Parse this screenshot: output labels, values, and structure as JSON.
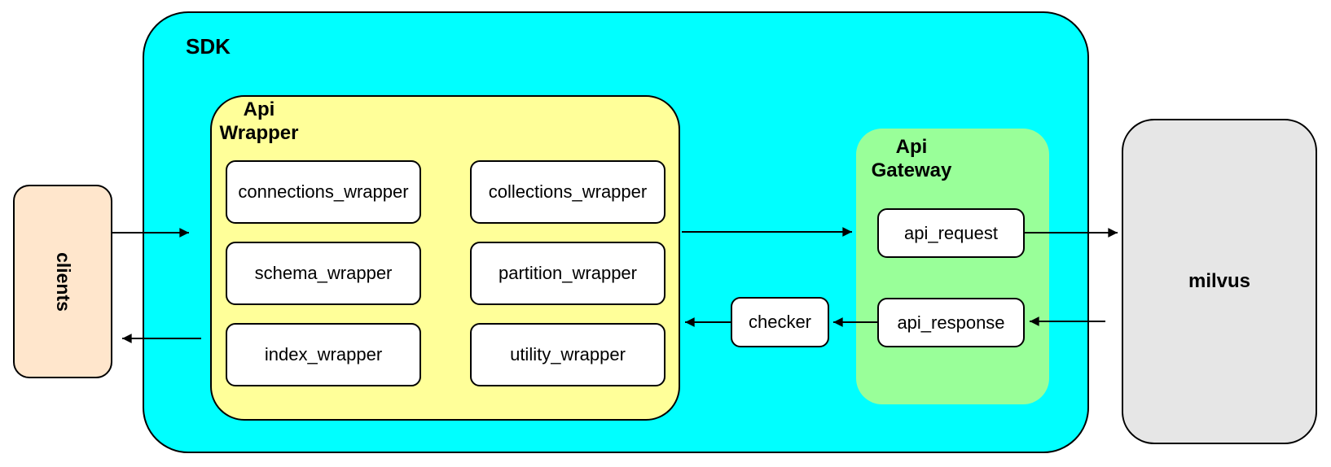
{
  "colors": {
    "sdk_bg": "#00FFFF",
    "api_wrapper_bg": "#FFFF99",
    "api_gateway_bg": "#99FF99",
    "clients_bg": "#FFE6CC",
    "milvus_bg": "#E6E6E6",
    "leaf_bg": "#FFFFFF",
    "line": "#000000"
  },
  "nodes": {
    "sdk": {
      "label": "SDK"
    },
    "clients": {
      "label": "clients"
    },
    "api_wrapper": {
      "label": "Api Wrapper"
    },
    "api_gateway": {
      "label": "Api Gateway"
    },
    "milvus": {
      "label": "milvus"
    },
    "wrappers": [
      {
        "label": "connections_wrapper"
      },
      {
        "label": "collections_wrapper"
      },
      {
        "label": "schema_wrapper"
      },
      {
        "label": "partition_wrapper"
      },
      {
        "label": "index_wrapper"
      },
      {
        "label": "utility_wrapper"
      }
    ],
    "api_request": {
      "label": "api_request"
    },
    "api_response": {
      "label": "api_response"
    },
    "checker": {
      "label": "checker"
    }
  },
  "edges": [
    {
      "from": "clients",
      "to": "api_wrapper",
      "direction": "right"
    },
    {
      "from": "api_wrapper",
      "to": "clients",
      "direction": "left"
    },
    {
      "from": "api_wrapper",
      "to": "api_gateway",
      "direction": "right"
    },
    {
      "from": "api_request",
      "to": "milvus",
      "direction": "right"
    },
    {
      "from": "milvus",
      "to": "api_response",
      "direction": "left"
    },
    {
      "from": "api_response",
      "to": "checker",
      "direction": "left"
    },
    {
      "from": "checker",
      "to": "api_wrapper",
      "direction": "left"
    }
  ]
}
